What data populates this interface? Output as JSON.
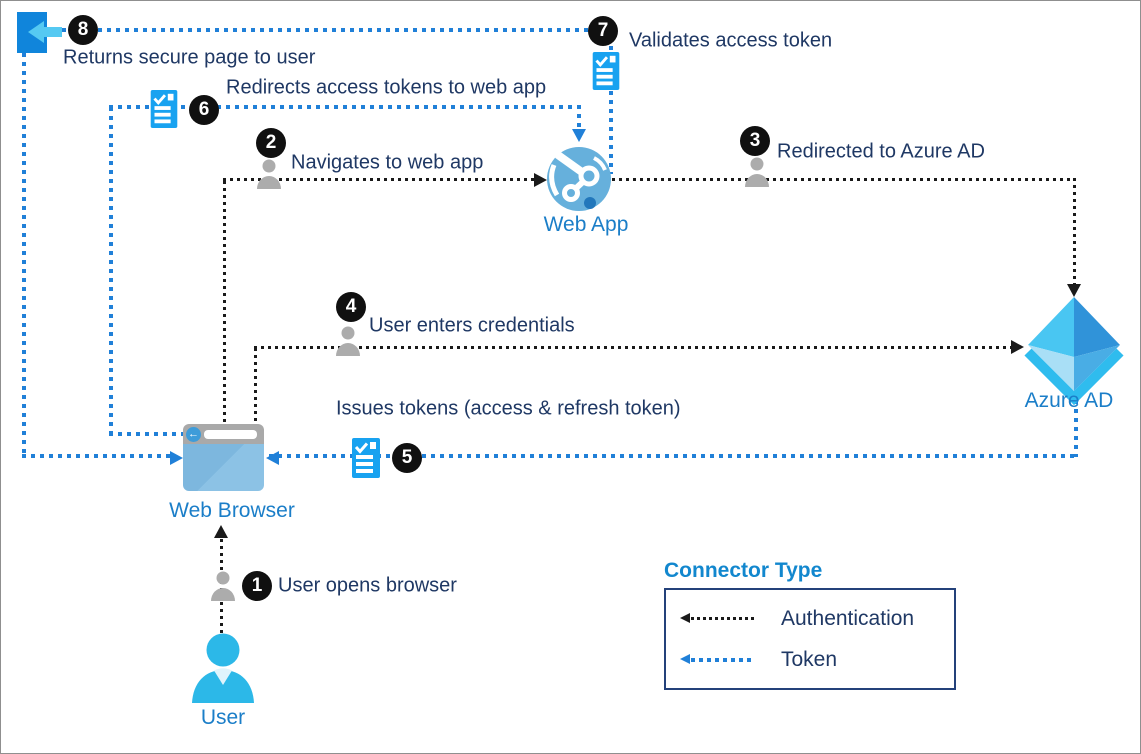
{
  "nodes": {
    "user": {
      "label": "User"
    },
    "web_browser": {
      "label": "Web Browser"
    },
    "web_app": {
      "label": "Web App"
    },
    "azure_ad": {
      "label": "Azure AD"
    }
  },
  "steps": [
    {
      "num": "1",
      "label": "User opens browser"
    },
    {
      "num": "2",
      "label": "Navigates to web app"
    },
    {
      "num": "3",
      "label": "Redirected to Azure AD"
    },
    {
      "num": "4",
      "label": "User enters credentials"
    },
    {
      "num": "5",
      "label": "Issues tokens (access & refresh token)"
    },
    {
      "num": "6",
      "label": "Redirects access tokens to web app"
    },
    {
      "num": "7",
      "label": "Validates access token"
    },
    {
      "num": "8",
      "label": "Returns secure page to user"
    }
  ],
  "legend": {
    "title": "Connector Type",
    "items": [
      {
        "label": "Authentication",
        "color": "#1a1a1a",
        "style": "dotted"
      },
      {
        "label": "Token",
        "color": "#2080d8",
        "style": "dotted"
      }
    ]
  },
  "colors": {
    "authentication_line": "#1a1a1a",
    "token_line": "#2080d8",
    "node_label": "#1b7ec8",
    "step_text": "#1f3864",
    "legend_border": "#24417a",
    "legend_title": "#1287ce",
    "token_icon": "#18a2f0",
    "page_icon": "#1085db",
    "badge": "#101010",
    "user_icon": "#2cb8e8",
    "person_icon": "#acacac"
  }
}
